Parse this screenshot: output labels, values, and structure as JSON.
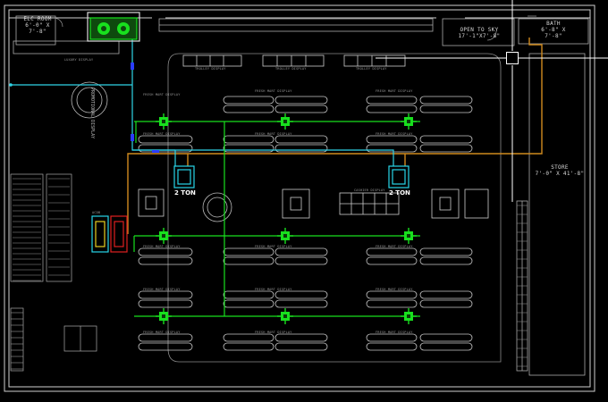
{
  "rooms": {
    "elec_room": {
      "name": "ELC ROOM",
      "dims": "6'-0\" X 7'-8\""
    },
    "open_to_sky": {
      "name": "OPEN TO SKY",
      "dims": "17'-1\"X7'-8\""
    },
    "bath": {
      "name": "BATH",
      "dims": "6'-8\" X 7'-8\""
    },
    "store": {
      "name": "STORE",
      "dims": "7'-0\" X 41'-8\""
    }
  },
  "ac_units": [
    {
      "label": "2 TON"
    },
    {
      "label": "2 TON"
    }
  ],
  "fixture_labels": {
    "trolley": "TROLLEY DISPLAY",
    "gondola": "FRESH MART DISPLAY",
    "luxury": "LUXURY DISPLAY",
    "cashier": "CASHIER DISPLAY",
    "panel": "ACDB",
    "round": "PROMOTIONAL DISPLAY"
  },
  "colors": {
    "background": "#000000",
    "wall": "#cfcfcf",
    "chilled_pipe": "#18e01e",
    "refrigerant": "#2fd4e6",
    "drain": "#d08a1e",
    "ac_unit": "#27d6e8",
    "panel_red": "#e02020",
    "panel_yellow": "#e8d020",
    "cursor": "#ffffff"
  },
  "icons": [
    "crosshair-cursor-icon",
    "fan-coil-icon",
    "ac-unit-icon"
  ]
}
